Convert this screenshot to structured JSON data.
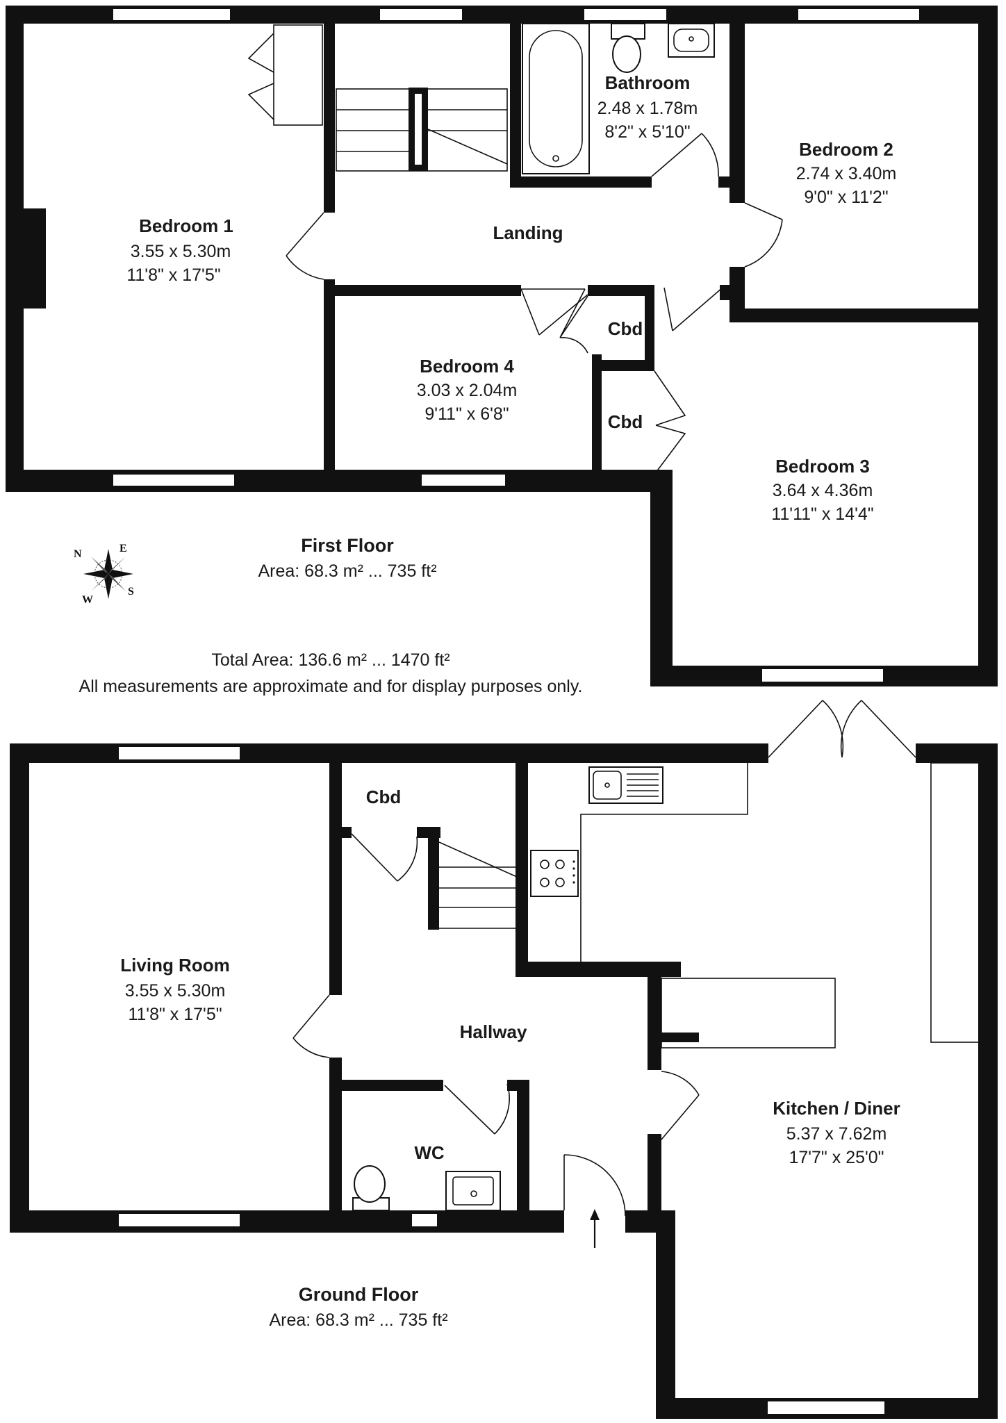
{
  "first_floor": {
    "label": "First Floor",
    "area": "Area: 68.3 m² ... 735 ft²",
    "rooms": {
      "bedroom1": {
        "name": "Bedroom 1",
        "metric": "3.55 x 5.30m",
        "imperial": "11'8\" x 17'5\""
      },
      "bathroom": {
        "name": "Bathroom",
        "metric": "2.48 x 1.78m",
        "imperial": "8'2\" x 5'10\""
      },
      "bedroom2": {
        "name": "Bedroom 2",
        "metric": "2.74 x 3.40m",
        "imperial": "9'0\" x 11'2\""
      },
      "landing": {
        "name": "Landing"
      },
      "cbd1": {
        "name": "Cbd"
      },
      "cbd2": {
        "name": "Cbd"
      },
      "bedroom4": {
        "name": "Bedroom 4",
        "metric": "3.03 x 2.04m",
        "imperial": "9'11\" x 6'8\""
      },
      "bedroom3": {
        "name": "Bedroom 3",
        "metric": "3.64 x 4.36m",
        "imperial": "11'11\" x 14'4\""
      }
    }
  },
  "ground_floor": {
    "label": "Ground Floor",
    "area": "Area: 68.3 m² ... 735 ft²",
    "rooms": {
      "living": {
        "name": "Living Room",
        "metric": "3.55 x 5.30m",
        "imperial": "11'8\" x 17'5\""
      },
      "cbd": {
        "name": "Cbd"
      },
      "hallway": {
        "name": "Hallway"
      },
      "wc": {
        "name": "WC"
      },
      "kitchen": {
        "name": "Kitchen / Diner",
        "metric": "5.37 x 7.62m",
        "imperial": "17'7\" x 25'0\""
      }
    }
  },
  "totals": {
    "total_area": "Total Area: 136.6 m² ... 1470 ft²",
    "disclaimer": "All measurements are approximate and for display purposes only."
  },
  "compass": {
    "n": "N",
    "e": "E",
    "s": "S",
    "w": "W"
  }
}
